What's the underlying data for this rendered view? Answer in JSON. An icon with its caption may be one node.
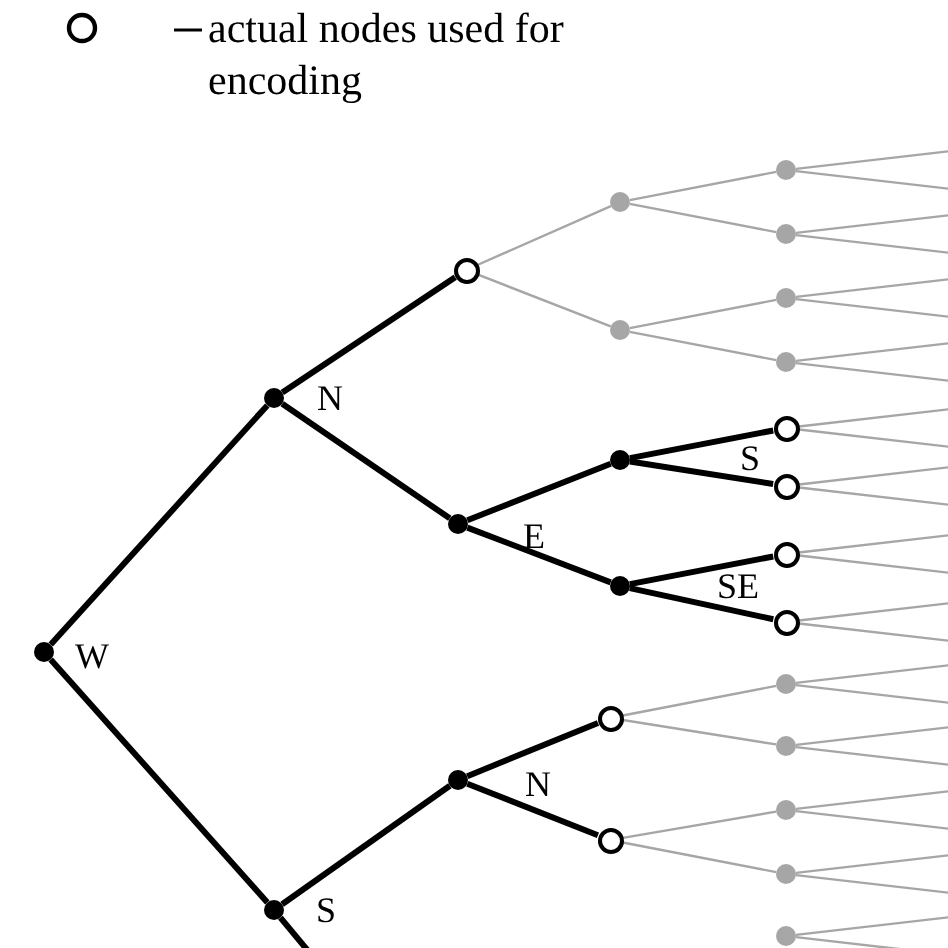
{
  "diagram": {
    "nodes": [
      {
        "text": [],
        "shape": "dot",
        "beside": [
          "W"
        ]
      },
      {
        "text": [],
        "shape": "dot",
        "beside": [
          "N"
        ]
      },
      {
        "text": [],
        "shape": "dot",
        "beside": [
          "S"
        ]
      },
      {
        "text": [],
        "shape": "circle"
      },
      {
        "text": [],
        "shape": "dot",
        "beside": [
          "E"
        ]
      },
      {
        "text": [],
        "shape": "dot",
        "beside": [
          "N"
        ]
      },
      {
        "text": [],
        "shape": "dot"
      },
      {
        "text": [],
        "shape": "dot"
      },
      {
        "text": [],
        "shape": "dot"
      },
      {
        "text": [],
        "shape": "dot"
      },
      {
        "text": [],
        "shape": "circle"
      },
      {
        "text": [],
        "shape": "circle"
      },
      {
        "text": [],
        "shape": "dot"
      },
      {
        "text": [],
        "shape": "dot"
      },
      {
        "text": [],
        "shape": "dot"
      },
      {
        "text": [],
        "shape": "dot"
      },
      {
        "text": [],
        "shape": "circle"
      },
      {
        "text": [],
        "shape": "circle"
      },
      {
        "text": [],
        "shape": "circle"
      },
      {
        "text": [],
        "shape": "circle"
      },
      {
        "text": [],
        "shape": "dot"
      },
      {
        "text": [],
        "shape": "dot"
      },
      {
        "text": [],
        "shape": "dot"
      },
      {
        "text": [],
        "shape": "dot"
      },
      {
        "text": [],
        "shape": "dot"
      }
    ],
    "edges": [
      {
        "from": 0,
        "to": 1,
        "arrow": "none",
        "style": "thick",
        "color": "#000000"
      },
      {
        "from": 0,
        "to": 2,
        "arrow": "none",
        "style": "thick",
        "color": "#000000"
      },
      {
        "from": 2,
        "to": null,
        "arrow": "none",
        "style": "thick",
        "color": "#000000"
      },
      {
        "from": 1,
        "to": 3,
        "arrow": "none",
        "style": "thick",
        "color": "#000000"
      },
      {
        "from": 1,
        "to": 4,
        "arrow": "none",
        "style": "thick",
        "color": "#000000"
      },
      {
        "from": 2,
        "to": 5,
        "arrow": "none",
        "style": "thick",
        "color": "#000000"
      },
      {
        "from": 3,
        "to": 6,
        "arrow": "none"
      },
      {
        "from": 3,
        "to": 7,
        "arrow": "none"
      },
      {
        "from": 4,
        "to": 8,
        "arrow": "none",
        "style": "thick",
        "color": "#000000"
      },
      {
        "from": 4,
        "to": 9,
        "arrow": "none",
        "style": "thick",
        "color": "#000000"
      },
      {
        "from": 5,
        "to": 10,
        "arrow": "none",
        "style": "thick",
        "color": "#000000"
      },
      {
        "from": 5,
        "to": 11,
        "arrow": "none",
        "style": "thick",
        "color": "#000000"
      },
      {
        "from": 6,
        "to": 12,
        "arrow": "none"
      },
      {
        "from": 6,
        "to": 13,
        "arrow": "none"
      },
      {
        "from": 7,
        "to": 14,
        "arrow": "none"
      },
      {
        "from": 7,
        "to": 15,
        "arrow": "none"
      },
      {
        "from": 8,
        "to": 16,
        "arrow": "none",
        "style": "thick",
        "color": "#000000"
      },
      {
        "from": 8,
        "to": 17,
        "arrow": "none",
        "style": "thick",
        "color": "#000000"
      },
      {
        "from": 9,
        "to": 18,
        "arrow": "none",
        "style": "thick",
        "color": "#000000"
      },
      {
        "from": 9,
        "to": 19,
        "arrow": "none",
        "style": "thick",
        "color": "#000000"
      },
      {
        "from": 10,
        "to": 20,
        "arrow": "none"
      },
      {
        "from": 10,
        "to": 21,
        "arrow": "none"
      },
      {
        "from": 11,
        "to": 22,
        "arrow": "none"
      },
      {
        "from": 11,
        "to": 23,
        "arrow": "none"
      },
      {
        "from": null,
        "to": 24,
        "arrow": "none"
      },
      {
        "from": 12,
        "to": null,
        "arrow": "none"
      },
      {
        "from": 12,
        "to": null,
        "arrow": "none"
      },
      {
        "from": 13,
        "to": null,
        "arrow": "none"
      },
      {
        "from": 13,
        "to": null,
        "arrow": "none"
      },
      {
        "from": 14,
        "to": null,
        "arrow": "none"
      },
      {
        "from": 14,
        "to": null,
        "arrow": "none"
      },
      {
        "from": 15,
        "to": null,
        "arrow": "none"
      },
      {
        "from": 15,
        "to": null,
        "arrow": "none"
      },
      {
        "from": 16,
        "to": null,
        "arrow": "none"
      },
      {
        "from": 16,
        "to": null,
        "arrow": "none"
      },
      {
        "from": 17,
        "to": null,
        "arrow": "none"
      },
      {
        "from": 17,
        "to": null,
        "arrow": "none"
      },
      {
        "from": 18,
        "to": null,
        "arrow": "none"
      },
      {
        "from": 18,
        "to": null,
        "arrow": "none"
      },
      {
        "from": 19,
        "to": null,
        "arrow": "none"
      },
      {
        "from": 19,
        "to": null,
        "arrow": "none"
      },
      {
        "from": 20,
        "to": null,
        "arrow": "none"
      },
      {
        "from": 20,
        "to": null,
        "arrow": "none"
      },
      {
        "from": 21,
        "to": null,
        "arrow": "none"
      },
      {
        "from": 21,
        "to": null,
        "arrow": "none"
      },
      {
        "from": 22,
        "to": null,
        "arrow": "none"
      },
      {
        "from": 22,
        "to": null,
        "arrow": "none"
      },
      {
        "from": 23,
        "to": null,
        "arrow": "none"
      },
      {
        "from": 23,
        "to": null,
        "arrow": "none"
      },
      {
        "from": 24,
        "to": null,
        "arrow": "none"
      }
    ],
    "labels": [
      "S",
      "SE"
    ],
    "legend": [
      {
        "text": "actual nodes used for encoding"
      }
    ]
  }
}
